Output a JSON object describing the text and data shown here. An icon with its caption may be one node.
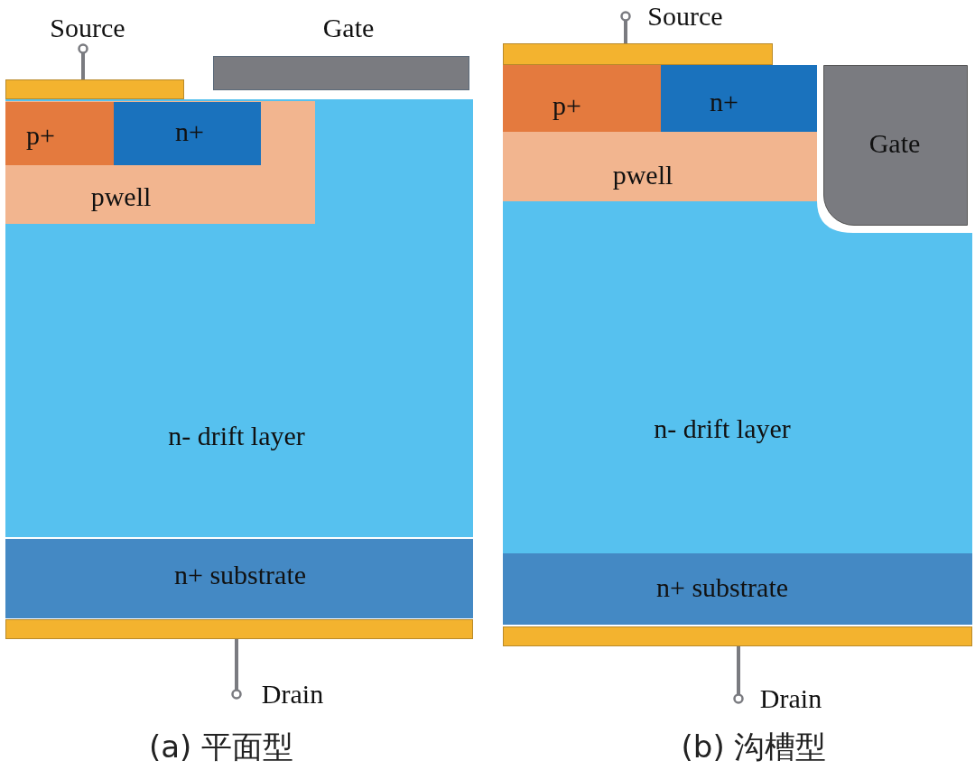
{
  "diagram": {
    "nodes": [
      {
        "text": [
          "Source"
        ]
      },
      {
        "text": [
          "Gate"
        ]
      },
      {
        "text": [],
        "shape": "bar"
      },
      {
        "text": [
          "n- drift layer"
        ]
      },
      {
        "text": [
          "pwell"
        ],
        "in": 3
      },
      {
        "text": [
          "p+"
        ],
        "in": 4
      },
      {
        "text": [
          "n+"
        ],
        "in": 4
      },
      {
        "text": [
          "n+ substrate"
        ]
      },
      {
        "text": [],
        "shape": "bar"
      },
      {
        "text": [
          "Drain"
        ]
      },
      {
        "text": [
          "Source"
        ]
      },
      {
        "text": [],
        "shape": "bar"
      },
      {
        "text": [
          "n- drift layer"
        ]
      },
      {
        "text": [
          "pwell"
        ],
        "in": 12
      },
      {
        "text": [
          "p+"
        ],
        "in": 13
      },
      {
        "text": [
          "n+"
        ],
        "in": 13
      },
      {
        "text": [
          "Gate"
        ]
      },
      {
        "text": [
          "n+ substrate"
        ]
      },
      {
        "text": [],
        "shape": "bar"
      },
      {
        "text": [
          "Drain"
        ]
      }
    ],
    "edges": [
      {
        "from": 2,
        "to": 0,
        "arrow": "other"
      },
      {
        "from": 8,
        "to": 9,
        "arrow": "other"
      },
      {
        "from": 11,
        "to": 10,
        "arrow": "other"
      },
      {
        "from": 18,
        "to": 19,
        "arrow": "other"
      }
    ],
    "labels": [
      "(a) 平面型",
      "(b) 沟槽型"
    ]
  }
}
